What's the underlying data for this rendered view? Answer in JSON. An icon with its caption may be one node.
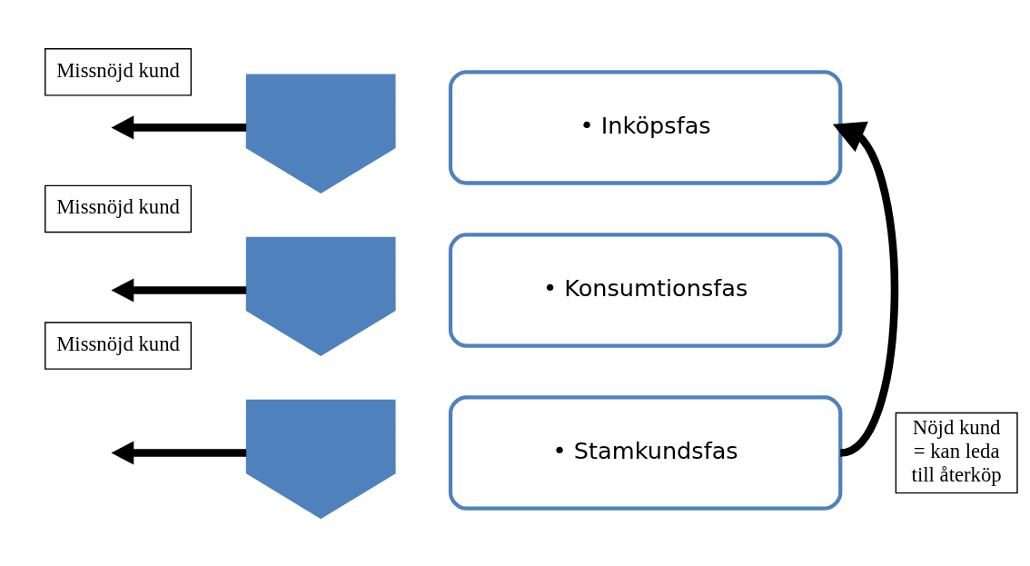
{
  "diagram": {
    "nodes": [
      {
        "text": [],
        "shape": "chevron"
      },
      {
        "text": [],
        "shape": "chevron"
      },
      {
        "text": [],
        "shape": "chevron"
      },
      {
        "text": [
          "• Inköpsfas"
        ]
      },
      {
        "text": [
          "• Konsumtionsfas"
        ]
      },
      {
        "text": [
          "• Stamkundsfas"
        ]
      },
      {
        "text": [
          "Missnöjd kund"
        ]
      },
      {
        "text": [
          "Missnöjd kund"
        ]
      },
      {
        "text": [
          "Missnöjd kund"
        ]
      },
      {
        "text": [
          "Nöjd kund = kan leda till återköp"
        ]
      }
    ],
    "edges": [
      {
        "from": 0,
        "to": null,
        "arrow": "to"
      },
      {
        "from": 1,
        "to": null,
        "arrow": "to"
      },
      {
        "from": 2,
        "to": null,
        "arrow": "to"
      },
      {
        "from": 5,
        "to": 3,
        "arrow": "to"
      }
    ]
  }
}
